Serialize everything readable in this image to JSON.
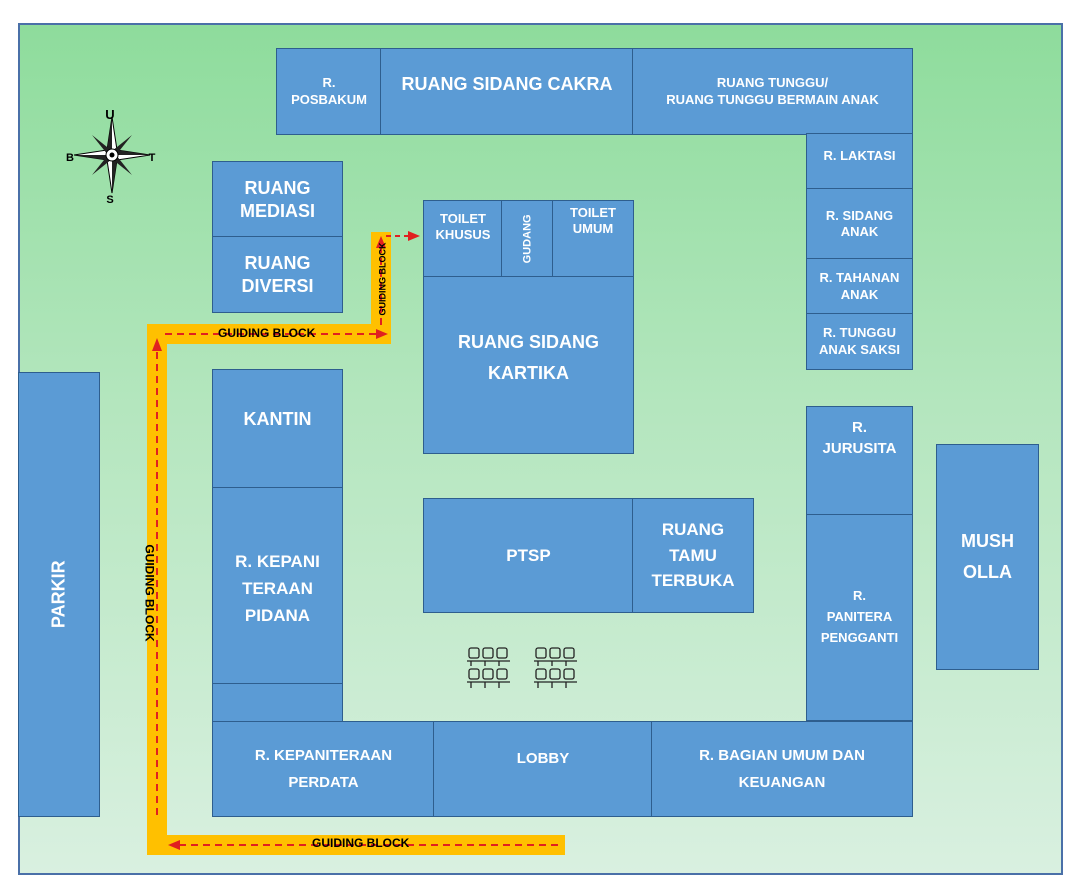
{
  "rooms": {
    "posbakum": "R.\nPOSBAKUM",
    "sidang_cakra": "RUANG SIDANG CAKRA",
    "ruang_tunggu": "RUANG TUNGGU/\nRUANG TUNGGU BERMAIN ANAK",
    "laktasi": "R. LAKTASI",
    "sidang_anak": "R. SIDANG\nANAK",
    "tahanan_anak": "R. TAHANAN\nANAK",
    "tunggu_anak_saksi": "R. TUNGGU\nANAK SAKSI",
    "mediasi": "RUANG\nMEDIASI",
    "diversi": "RUANG\nDIVERSI",
    "toilet_khusus": "TOILET\nKHUSUS",
    "gudang": "GUDANG",
    "toilet_umum": "TOILET\nUMUM",
    "sidang_kartika": "RUANG SIDANG\nKARTIKA",
    "kantin": "KANTIN",
    "kepaniteraan_pidana": "R. KEPANI\nTERAAN\nPIDANA",
    "ptsp": "PTSP",
    "tamu_terbuka": "RUANG\nTAMU\nTERBUKA",
    "jurusita": "R.\nJURUSITA",
    "panitera_pengganti": "R.\nPANITERA\nPENGGANTI",
    "mushola": "MUSH\nOLLA",
    "parkir": "PARKIR",
    "kepaniteraan_perdata": "R. KEPANITERAAN\nPERDATA",
    "lobby": "LOBBY",
    "umum_keuangan": "R. BAGIAN UMUM DAN\nKEUANGAN"
  },
  "guiding_block": {
    "label_top": "GUIDING BLOCK",
    "label_left": "GUIDING BLOCK",
    "label_bottom": "GUIDING BLOCK",
    "label_small": "GUIDING BLOCK",
    "path_color": "#ffc000",
    "arrow_color": "#e02020"
  },
  "compass": {
    "north": "U",
    "south": "S",
    "west": "B",
    "east": "T"
  },
  "colors": {
    "room_fill": "#5b9bd5",
    "room_border": "#2e5e8e"
  }
}
